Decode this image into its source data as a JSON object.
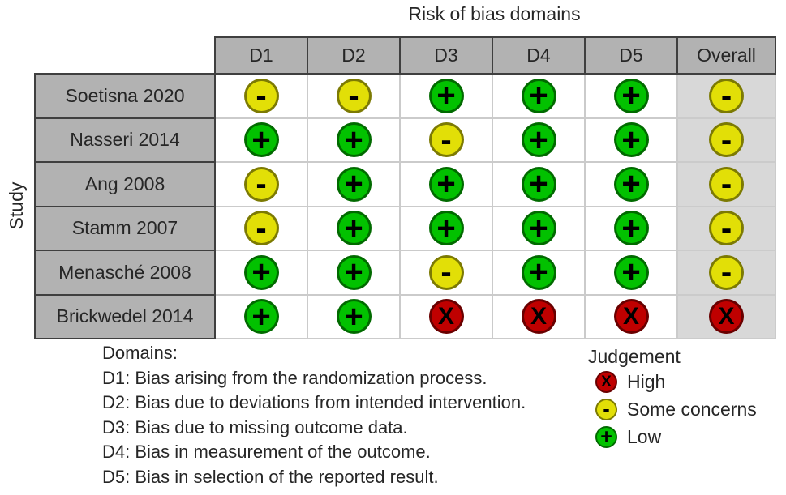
{
  "chart_data": {
    "type": "table",
    "variant": "risk-of-bias-traffic-light",
    "title": "Risk of bias domains",
    "row_axis_label": "Study",
    "columns": [
      "D1",
      "D2",
      "D3",
      "D4",
      "D5",
      "Overall"
    ],
    "rows": [
      {
        "study": "Soetisna 2020",
        "judgements": [
          "some_concerns",
          "some_concerns",
          "low",
          "low",
          "low",
          "some_concerns"
        ]
      },
      {
        "study": "Nasseri 2014",
        "judgements": [
          "low",
          "low",
          "some_concerns",
          "low",
          "low",
          "some_concerns"
        ]
      },
      {
        "study": "Ang 2008",
        "judgements": [
          "some_concerns",
          "low",
          "low",
          "low",
          "low",
          "some_concerns"
        ]
      },
      {
        "study": "Stamm 2007",
        "judgements": [
          "some_concerns",
          "low",
          "low",
          "low",
          "low",
          "some_concerns"
        ]
      },
      {
        "study": "Menasché 2008",
        "judgements": [
          "low",
          "low",
          "some_concerns",
          "low",
          "low",
          "some_concerns"
        ]
      },
      {
        "study": "Brickwedel 2014",
        "judgements": [
          "low",
          "low",
          "high",
          "high",
          "high",
          "high"
        ]
      }
    ],
    "judgement_styles": {
      "low": {
        "label": "Low",
        "symbol": "+",
        "color": "#02C100"
      },
      "some_concerns": {
        "label": "Some concerns",
        "symbol": "-",
        "color": "#E2DF07"
      },
      "high": {
        "label": "High",
        "symbol": "X",
        "color": "#BF0000"
      }
    }
  },
  "legend": {
    "title": "Judgement",
    "items": [
      {
        "judgement": "high",
        "label": "High"
      },
      {
        "judgement": "some_concerns",
        "label": "Some concerns"
      },
      {
        "judgement": "low",
        "label": "Low"
      }
    ]
  },
  "footnotes": {
    "lines": [
      "Domains:",
      "D1: Bias arising from the randomization process.",
      "D2: Bias due to deviations from intended intervention.",
      "D3: Bias due to missing outcome data.",
      "D4: Bias in measurement of the outcome.",
      "D5: Bias in selection of the reported result."
    ]
  },
  "colors": {
    "header_bg": "#b2b2b2",
    "label_bg": "#b2b2b2",
    "overall_bg": "#d8d8d8",
    "grid_dark": "#3f3f3f",
    "grid_light": "#cbcbcb"
  }
}
